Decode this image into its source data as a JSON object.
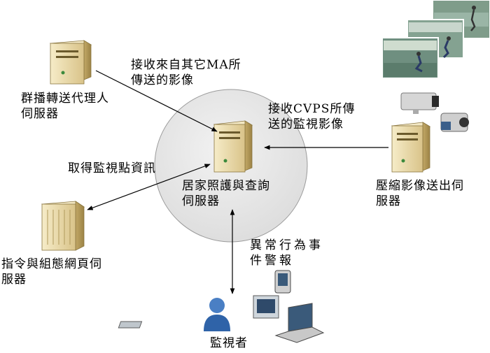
{
  "labels": {
    "receive_ma": "接收來自其它MA所\n傳送的影像",
    "multicast_proxy": "群播轉送代理人\n伺服器",
    "receive_cvps": "接收CVPS所傳\n送的監視影像",
    "get_monitor_info": "取得監視點資訊",
    "home_care_server": "居家照護與查詢\n伺服器",
    "compress_server": "壓縮影像送出伺\n服器",
    "command_web_server": "指令與組態網頁伺\n服器",
    "abnormal_event": "異常行為事\n件警報",
    "monitor_person": "監視者"
  },
  "colors": {
    "circle_fill": "#e5e5e5",
    "circle_stroke": "#9a9a9a",
    "server_body": "#e8d9a8",
    "server_dark": "#b59a5a",
    "person": "#3a6fb5",
    "arrow": "#000000"
  }
}
